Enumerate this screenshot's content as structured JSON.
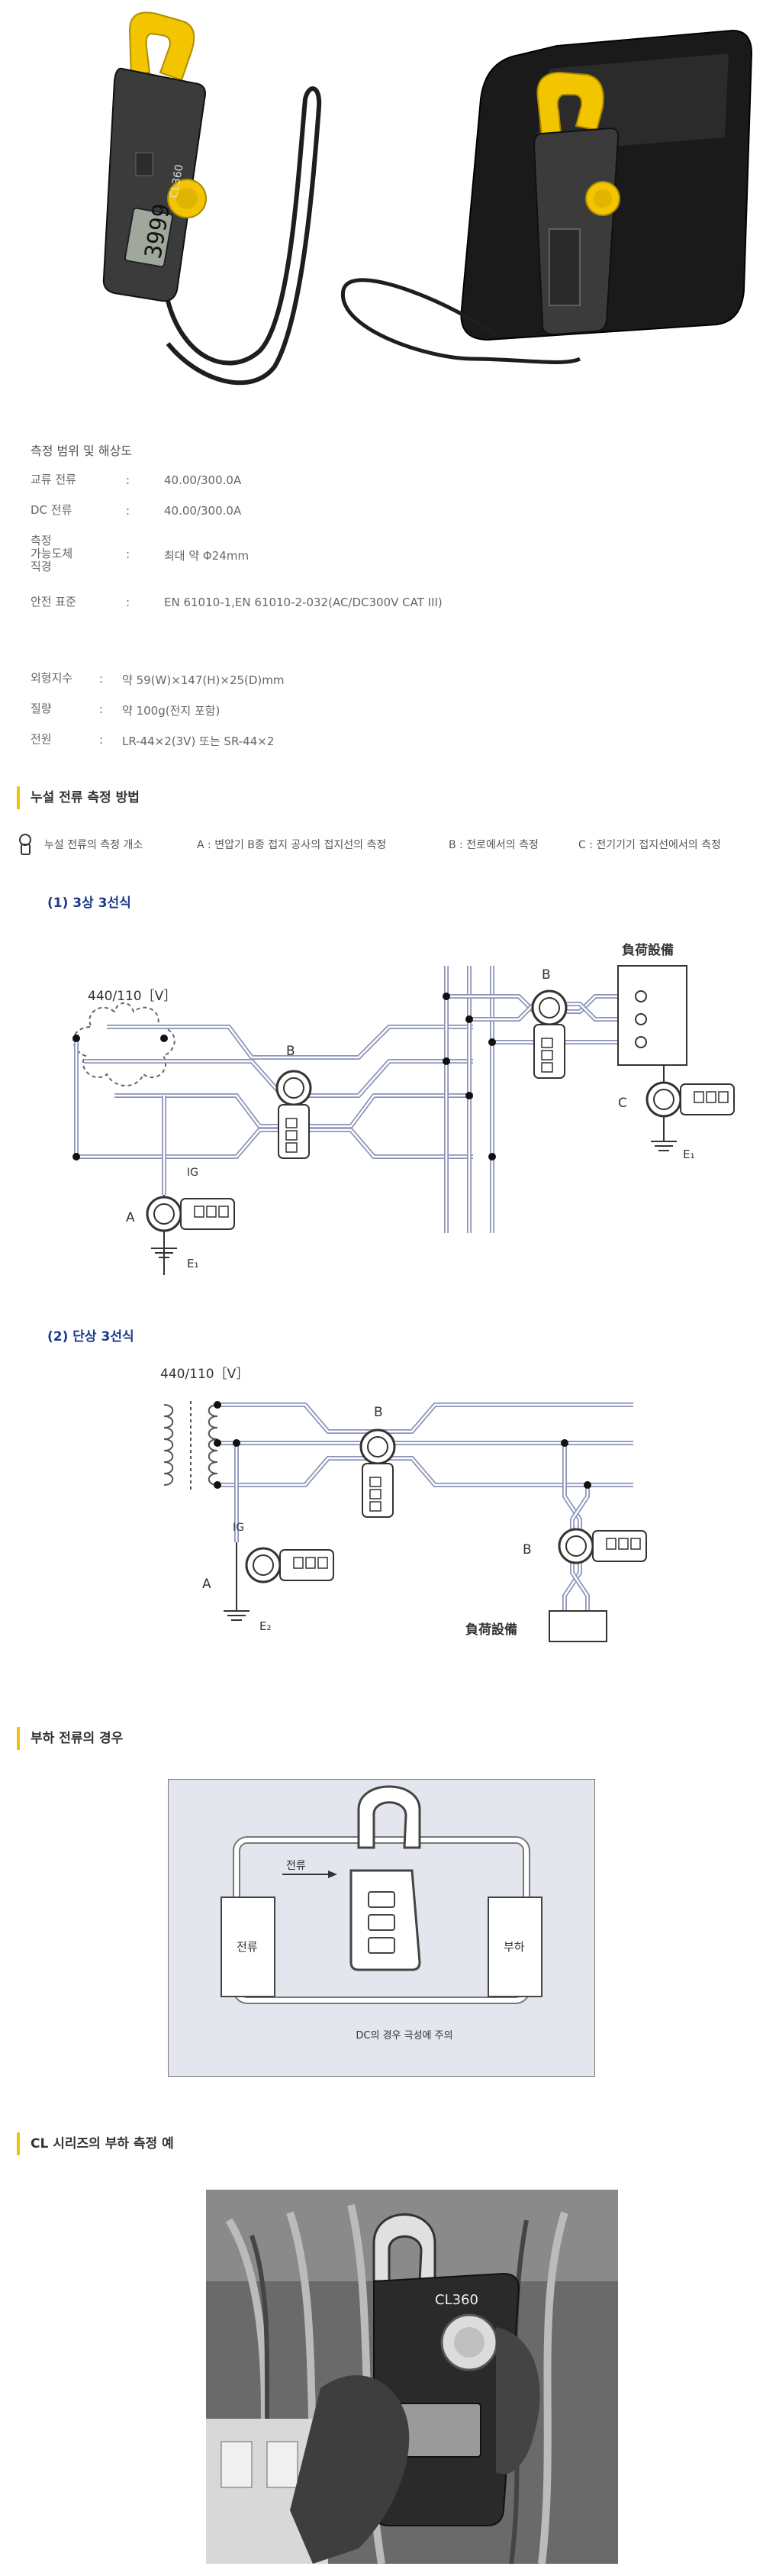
{
  "specs": {
    "title": "측정 범위 및 해상도",
    "rows": [
      {
        "key": "교류 전류",
        "sep": ":",
        "value": "40.00/300.0A"
      },
      {
        "key": "DC 전류",
        "sep": ":",
        "value": "40.00/300.0A"
      },
      {
        "key": "측정\n가능도체\n직경",
        "sep": ":",
        "value": "최대 약 Φ24mm"
      },
      {
        "key": "안전 표준",
        "sep": ":",
        "value": "EN 61010-1,EN 61010-2-032(AC/DC300V CAT III)"
      }
    ],
    "rows2": [
      {
        "key": "외형지수",
        "sep": ":",
        "value": "약 59(W)×147(H)×25(D)mm"
      },
      {
        "key": "질량",
        "sep": ":",
        "value": "약 100g(전지 포함)"
      },
      {
        "key": "전원",
        "sep": ":",
        "value": "LR-44×2(3V) 또는 SR-44×2"
      }
    ]
  },
  "product": {
    "display_digits": "3999",
    "brand": "CL360"
  },
  "leak_section": {
    "title": "누설 전류 측정 방법",
    "legend_intro": "누설 전류의 측정 개소",
    "legend_a": "A : 변압기 B종 접지 공사의 접지선의 측정",
    "legend_b": "B : 전로에서의 측정",
    "legend_c": "C : 전기기기 접지선에서의 측정",
    "diagram1": {
      "title": "(1) 3상 3선식",
      "voltage": "440/110［V］",
      "load": "負荷設備",
      "label_a": "A",
      "label_b1": "B",
      "label_b2": "B",
      "label_c": "C",
      "ig": "IG",
      "e1": "E₁",
      "e1b": "E₁"
    },
    "diagram2": {
      "title": "(2) 단상 3선식",
      "voltage": "440/110［V］",
      "load": "負荷設備",
      "label_a": "A",
      "label_b1": "B",
      "label_b2": "B",
      "ig": "IG",
      "e2": "E₂"
    }
  },
  "load_section": {
    "title": "부하 전류의 경우",
    "source_label": "전류",
    "arrow_label": "전류",
    "load_label": "부하",
    "caption": "DC의 경우 극성에 주의"
  },
  "example_section": {
    "title": "CL 시리즈의 부하 측정 예",
    "brand": "CL360"
  },
  "colors": {
    "accent": "#f3c400",
    "title_blue": "#1d3a8a",
    "wire_blue": "#8c93b8",
    "clamp_yellow": "#f2c500"
  }
}
